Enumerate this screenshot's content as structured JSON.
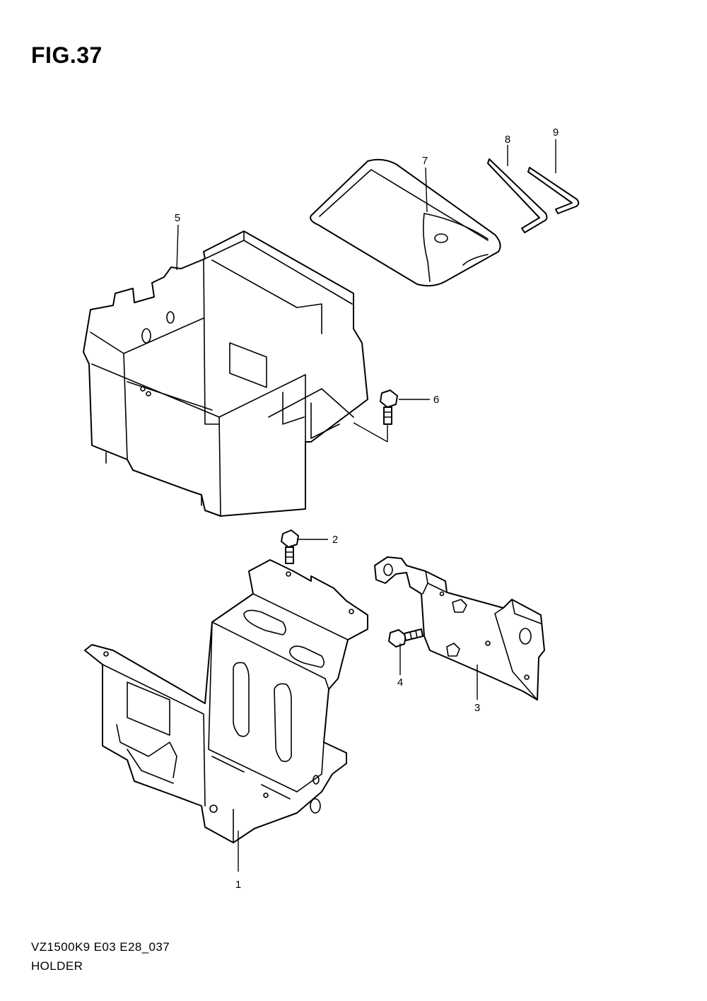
{
  "header": {
    "figure_label": "FIG.37"
  },
  "footer": {
    "model_code": "VZ1500K9 E03 E28_037",
    "section_name": "HOLDER"
  },
  "callouts": [
    "1",
    "2",
    "3",
    "4",
    "5",
    "6",
    "7",
    "8",
    "9"
  ]
}
